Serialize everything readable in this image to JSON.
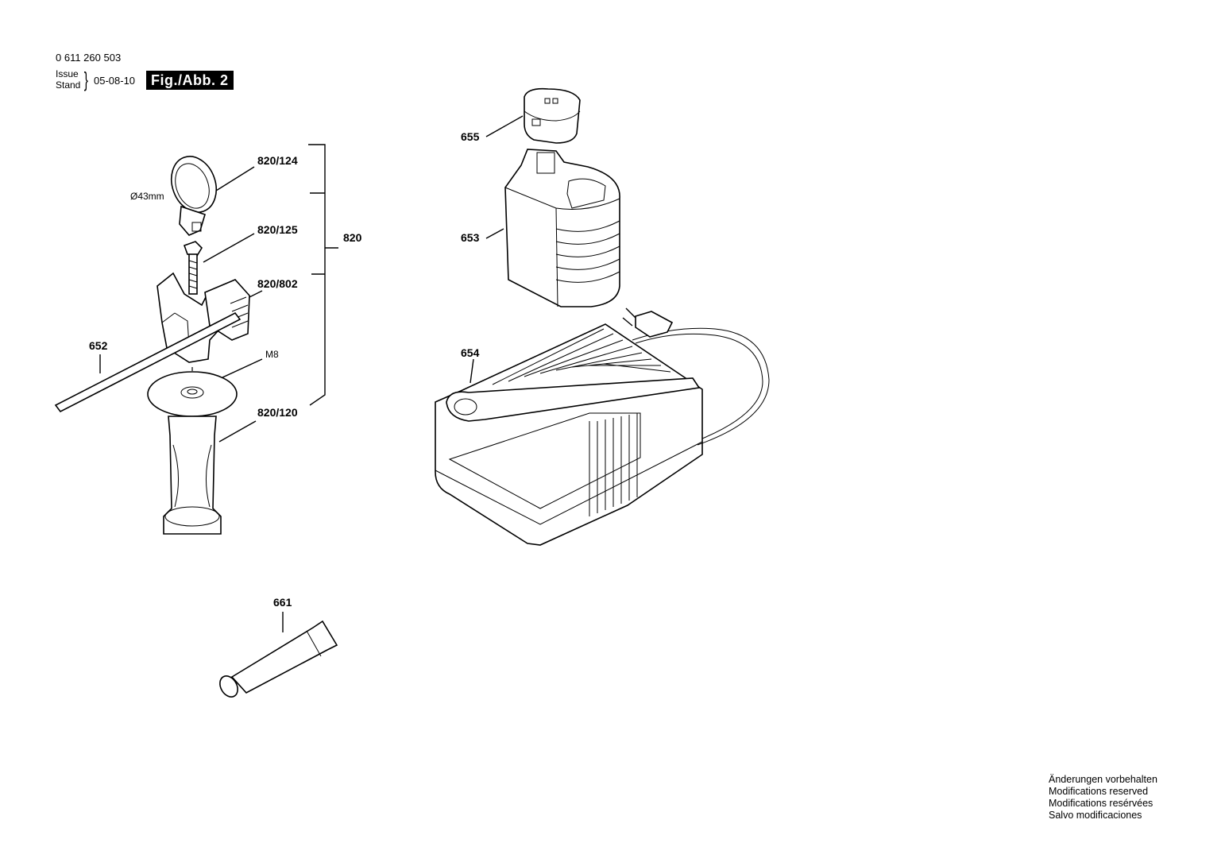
{
  "header": {
    "part_number": "0 611 260 503",
    "issue_label": "Issue",
    "stand_label": "Stand",
    "date": "05-08-10",
    "figure": "Fig./Abb. 2"
  },
  "callouts": {
    "c655": "655",
    "c653": "653",
    "c654": "654",
    "c652": "652",
    "c661": "661",
    "c820": "820",
    "c820_124": "820/124",
    "c820_125": "820/125",
    "c820_802": "820/802",
    "c820_120": "820/120",
    "dim_43": "Ø43mm",
    "m8": "M8"
  },
  "notes": [
    "Änderungen vorbehalten",
    "Modifications reserved",
    "Modifications resérvées",
    "Salvo modificaciones"
  ]
}
